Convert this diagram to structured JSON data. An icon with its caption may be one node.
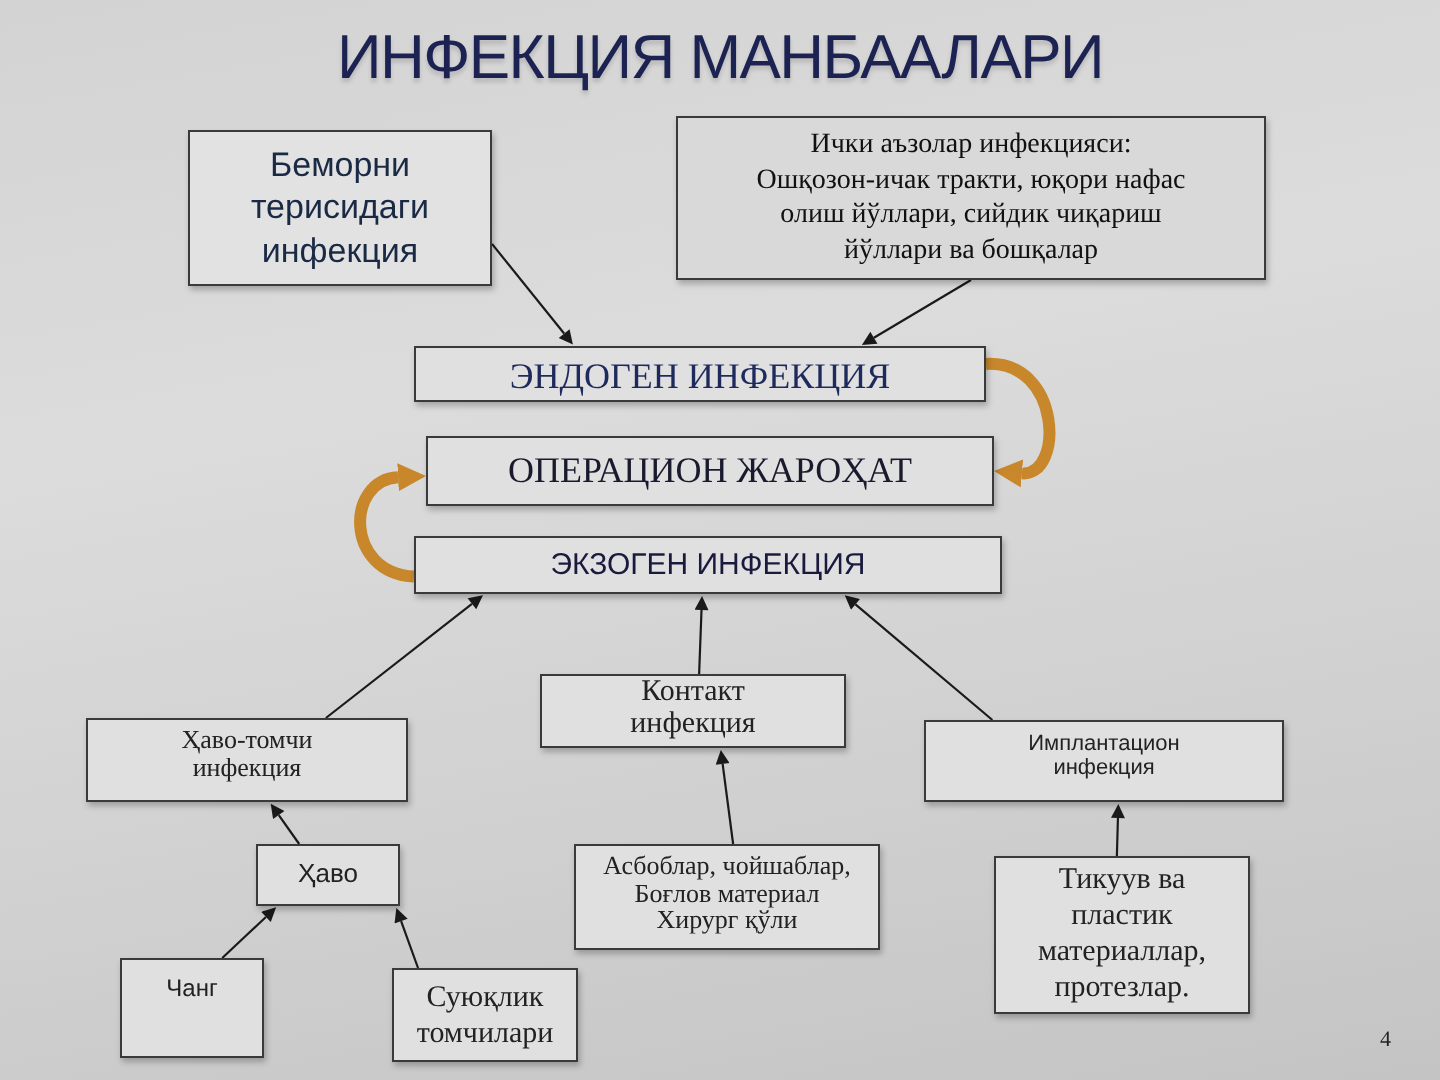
{
  "diagram": {
    "title": "ИНФЕКЦИЯ МАНБААЛАРИ",
    "nodes": [
      {
        "text": [
          "Беморни терисидаги инфекция"
        ]
      },
      {
        "text": [
          "Ички аъзолар инфекцияси:",
          "Ошқозон-ичак тракти, юқори нафас олиш йўллари, сийдик чиқариш йўллари ва бошқалар"
        ]
      },
      {
        "text": [
          "ЭНДОГЕН ИНФЕКЦИЯ"
        ]
      },
      {
        "text": [
          "ОПЕРАЦИОН ЖАРОҲАТ"
        ]
      },
      {
        "text": [
          "ЭКЗОГЕН ИНФЕКЦИЯ"
        ]
      },
      {
        "text": [
          "Ҳаво-томчи инфекция"
        ]
      },
      {
        "text": [
          "Контакт инфекция"
        ]
      },
      {
        "text": [
          "Имплантацион инфекция"
        ]
      },
      {
        "text": [
          "Ҳаво"
        ]
      },
      {
        "text": [
          "Асбоблар, чойшаблар, Боғлов материал Хирург қўли"
        ]
      },
      {
        "text": [
          "Тикуув ва пластик материаллар, протезлар."
        ]
      },
      {
        "text": [
          "Чанг"
        ]
      },
      {
        "text": [
          "Суюқлик томчилари"
        ]
      }
    ],
    "edges": [
      {
        "from": 0,
        "to": 2,
        "arrow": "to"
      },
      {
        "from": 1,
        "to": 2,
        "arrow": "to"
      },
      {
        "from": 2,
        "to": 3,
        "arrow": "to",
        "style": "thick",
        "color": "#c8872b"
      },
      {
        "from": 4,
        "to": 3,
        "arrow": "to",
        "style": "thick",
        "color": "#c8872b"
      },
      {
        "from": 5,
        "to": 4,
        "arrow": "to"
      },
      {
        "from": 6,
        "to": 4,
        "arrow": "to"
      },
      {
        "from": 7,
        "to": 4,
        "arrow": "to"
      },
      {
        "from": 8,
        "to": 5,
        "arrow": "to"
      },
      {
        "from": 11,
        "to": 8,
        "arrow": "to"
      },
      {
        "from": 12,
        "to": 8,
        "arrow": "to"
      },
      {
        "from": 9,
        "to": 6,
        "arrow": "to"
      },
      {
        "from": 10,
        "to": 7,
        "arrow": "to"
      }
    ],
    "labels": [
      "4"
    ]
  }
}
